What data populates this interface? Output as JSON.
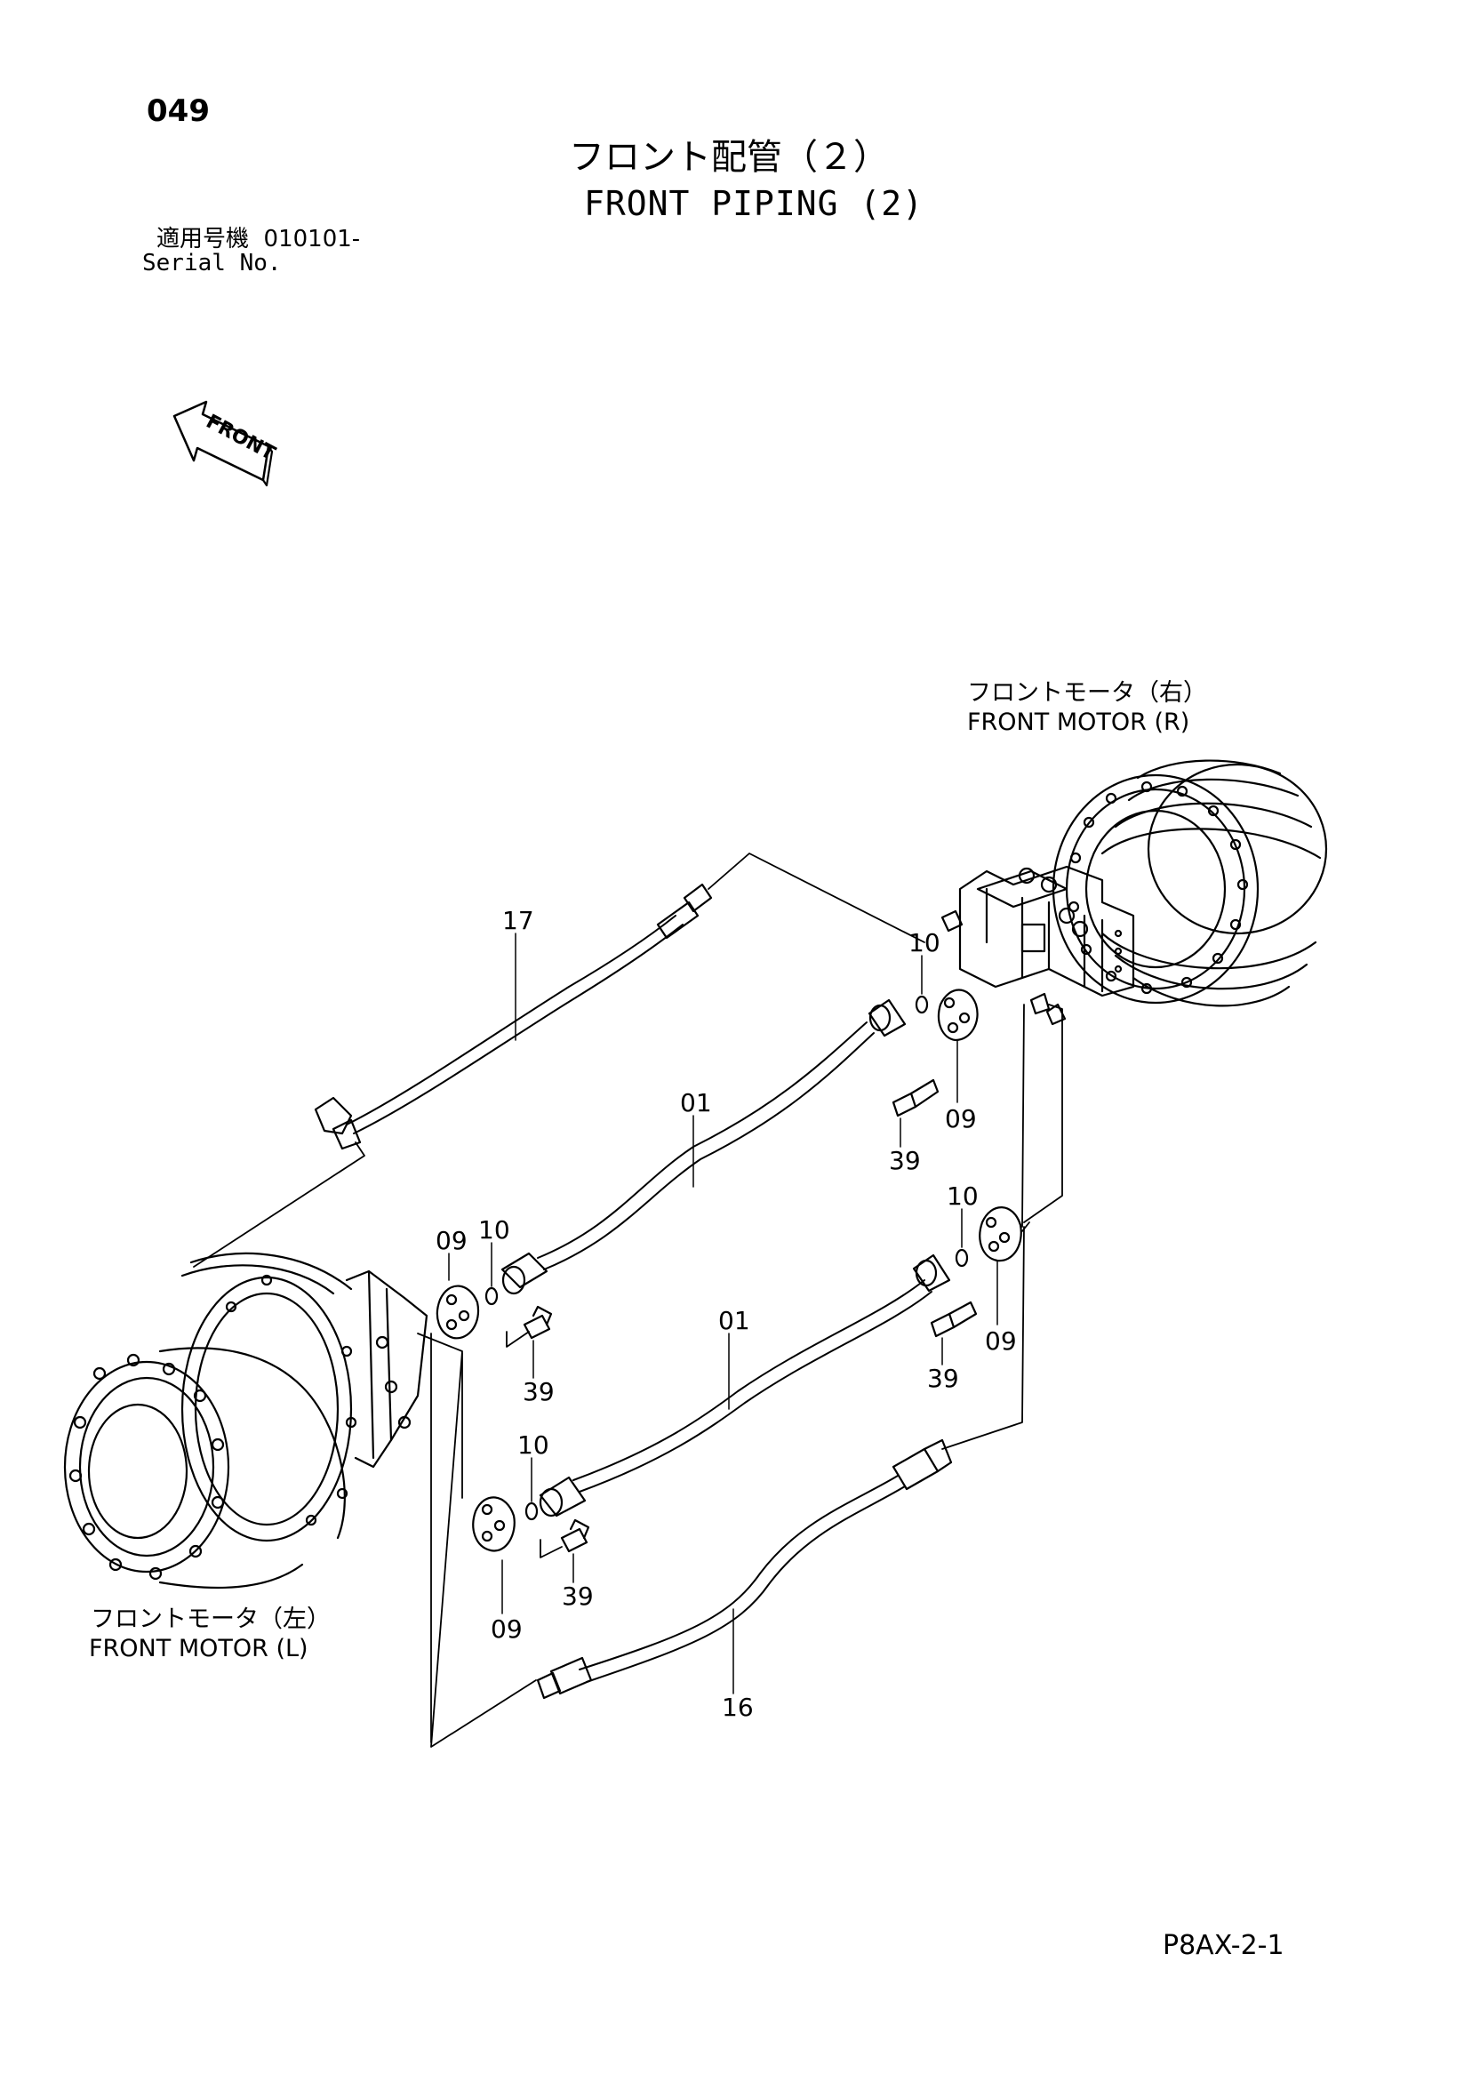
{
  "page_number": "049",
  "title_jp": "フロント配管（２）",
  "title_en": "FRONT PIPING (2)",
  "serial": {
    "label_jp": "適用号機",
    "label_en": "Serial No.",
    "value": "010101-"
  },
  "front_arrow_label": "FRONT",
  "motor_right": {
    "label_jp": "フロントモータ（右）",
    "label_en": "FRONT MOTOR (R)"
  },
  "motor_left": {
    "label_jp": "フロントモータ（左）",
    "label_en": "FRONT MOTOR (L)"
  },
  "callouts": {
    "c17": "17",
    "c01a": "01",
    "c01b": "01",
    "c16": "16",
    "c10a": "10",
    "c10b": "10",
    "c10c": "10",
    "c10d": "10",
    "c09a": "09",
    "c09b": "09",
    "c09c": "09",
    "c09d": "09",
    "c39a": "39",
    "c39b": "39",
    "c39c": "39",
    "c39d": "39"
  },
  "drawing_code": "P8AX-2-1"
}
